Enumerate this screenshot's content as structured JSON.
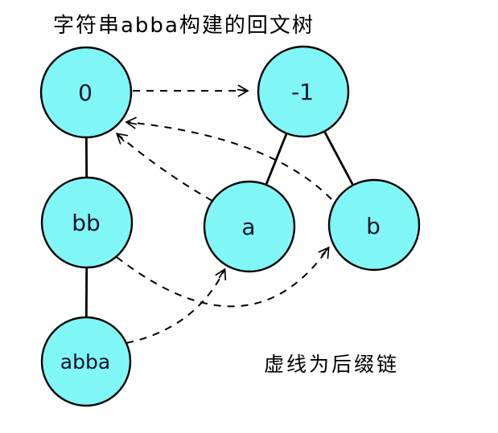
{
  "title": "字符串abba构建的回文树",
  "caption": "虚线为后缀链",
  "colors": {
    "node_fill": "#80F6F6",
    "node_stroke": "#000000",
    "edge": "#000000",
    "label": "#14142a"
  },
  "nodes": [
    {
      "id": "0",
      "label": "0"
    },
    {
      "id": "-1",
      "label": "-1"
    },
    {
      "id": "bb",
      "label": "bb"
    },
    {
      "id": "a",
      "label": "a"
    },
    {
      "id": "b",
      "label": "b"
    },
    {
      "id": "abba",
      "label": "abba"
    }
  ],
  "tree_edges": [
    {
      "from": "0",
      "to": "bb"
    },
    {
      "from": "bb",
      "to": "abba"
    },
    {
      "from": "-1",
      "to": "a"
    },
    {
      "from": "-1",
      "to": "b"
    }
  ],
  "suffix_links": [
    {
      "from": "0",
      "to": "-1"
    },
    {
      "from": "a",
      "to": "0"
    },
    {
      "from": "b",
      "to": "0"
    },
    {
      "from": "bb",
      "to": "b"
    },
    {
      "from": "abba",
      "to": "a"
    }
  ]
}
